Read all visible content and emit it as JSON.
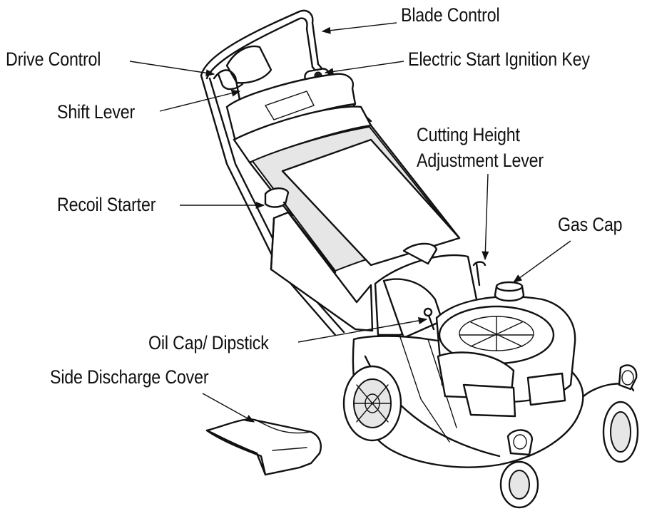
{
  "labels": {
    "blade_control": "Blade Control",
    "drive_control": "Drive Control",
    "electric_start_ignition_key": "Electric Start Ignition Key",
    "shift_lever": "Shift Lever",
    "cutting_height_line1": "Cutting Height",
    "cutting_height_line2": "Adjustment Lever",
    "recoil_starter": "Recoil Starter",
    "gas_cap": "Gas Cap",
    "oil_cap_dipstick": "Oil Cap/ Dipstick",
    "side_discharge_cover": "Side Discharge Cover"
  }
}
